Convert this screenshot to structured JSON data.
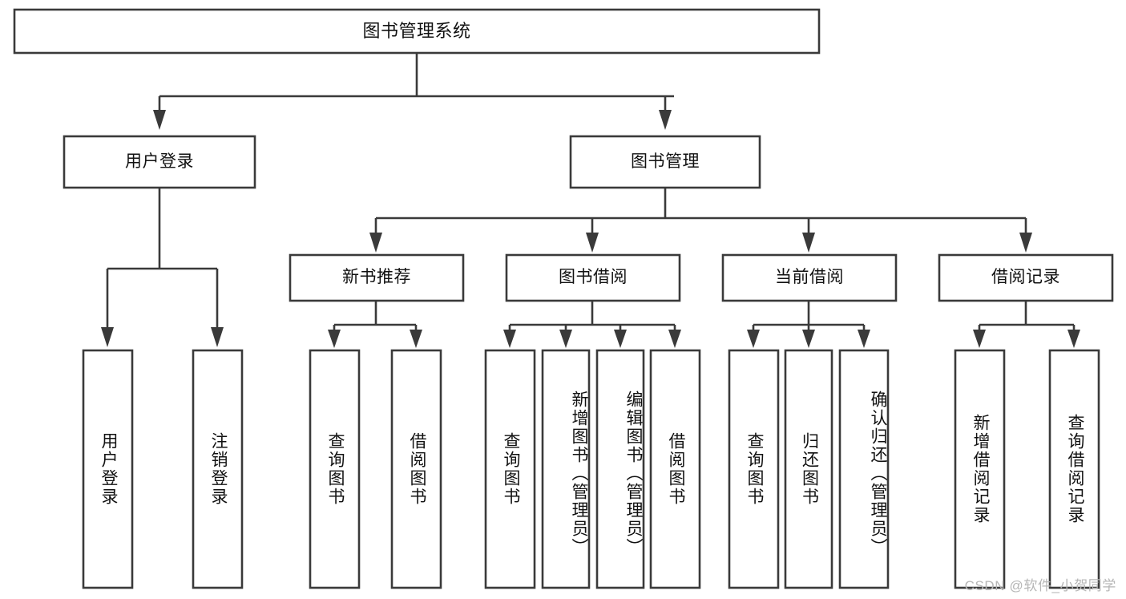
{
  "diagram": {
    "title": "图书管理系统",
    "type": "tree-hierarchy-chart",
    "watermark": "CSDN @软件_小贺同学",
    "colors": {
      "box_stroke": "#3a3a3a",
      "box_fill": "#ffffff",
      "text": "#111111",
      "background": "#ffffff",
      "watermark": "#b6b6b6"
    },
    "levels": [
      {
        "level": 1,
        "nodes": [
          {
            "id": "root",
            "label": "图书管理系统",
            "orientation": "horizontal"
          }
        ]
      },
      {
        "level": 2,
        "nodes": [
          {
            "id": "user-login",
            "label": "用户登录",
            "orientation": "horizontal",
            "parent": "root"
          },
          {
            "id": "book-mgmt",
            "label": "图书管理",
            "orientation": "horizontal",
            "parent": "root"
          }
        ]
      },
      {
        "level": 3,
        "nodes": [
          {
            "id": "new-book-rec",
            "label": "新书推荐",
            "orientation": "horizontal",
            "parent": "book-mgmt"
          },
          {
            "id": "book-borrow",
            "label": "图书借阅",
            "orientation": "horizontal",
            "parent": "book-mgmt"
          },
          {
            "id": "current-borrow",
            "label": "当前借阅",
            "orientation": "horizontal",
            "parent": "book-mgmt"
          },
          {
            "id": "borrow-record",
            "label": "借阅记录",
            "orientation": "horizontal",
            "parent": "book-mgmt"
          }
        ]
      },
      {
        "level": 4,
        "nodes": [
          {
            "id": "leaf-user-login",
            "label": "用户登录",
            "orientation": "vertical",
            "parent": "user-login"
          },
          {
            "id": "leaf-logout",
            "label": "注销登录",
            "orientation": "vertical",
            "parent": "user-login"
          },
          {
            "id": "leaf-query-book-1",
            "label": "查询图书",
            "orientation": "vertical",
            "parent": "new-book-rec"
          },
          {
            "id": "leaf-borrow-book-1",
            "label": "借阅图书",
            "orientation": "vertical",
            "parent": "new-book-rec"
          },
          {
            "id": "leaf-query-book-2",
            "label": "查询图书",
            "orientation": "vertical",
            "parent": "book-borrow"
          },
          {
            "id": "leaf-add-book",
            "label": "新增图书（管理员）",
            "orientation": "vertical",
            "parent": "book-borrow"
          },
          {
            "id": "leaf-edit-book",
            "label": "编辑图书（管理员）",
            "orientation": "vertical",
            "parent": "book-borrow"
          },
          {
            "id": "leaf-borrow-book-2",
            "label": "借阅图书",
            "orientation": "vertical",
            "parent": "book-borrow"
          },
          {
            "id": "leaf-query-book-3",
            "label": "查询图书",
            "orientation": "vertical",
            "parent": "current-borrow"
          },
          {
            "id": "leaf-return-book",
            "label": "归还图书",
            "orientation": "vertical",
            "parent": "current-borrow"
          },
          {
            "id": "leaf-confirm-return",
            "label": "确认归还（管理员）",
            "orientation": "vertical",
            "parent": "current-borrow"
          },
          {
            "id": "leaf-add-record",
            "label": "新增借阅记录",
            "orientation": "vertical",
            "parent": "borrow-record"
          },
          {
            "id": "leaf-query-record",
            "label": "查询借阅记录",
            "orientation": "vertical",
            "parent": "borrow-record"
          }
        ]
      }
    ]
  }
}
